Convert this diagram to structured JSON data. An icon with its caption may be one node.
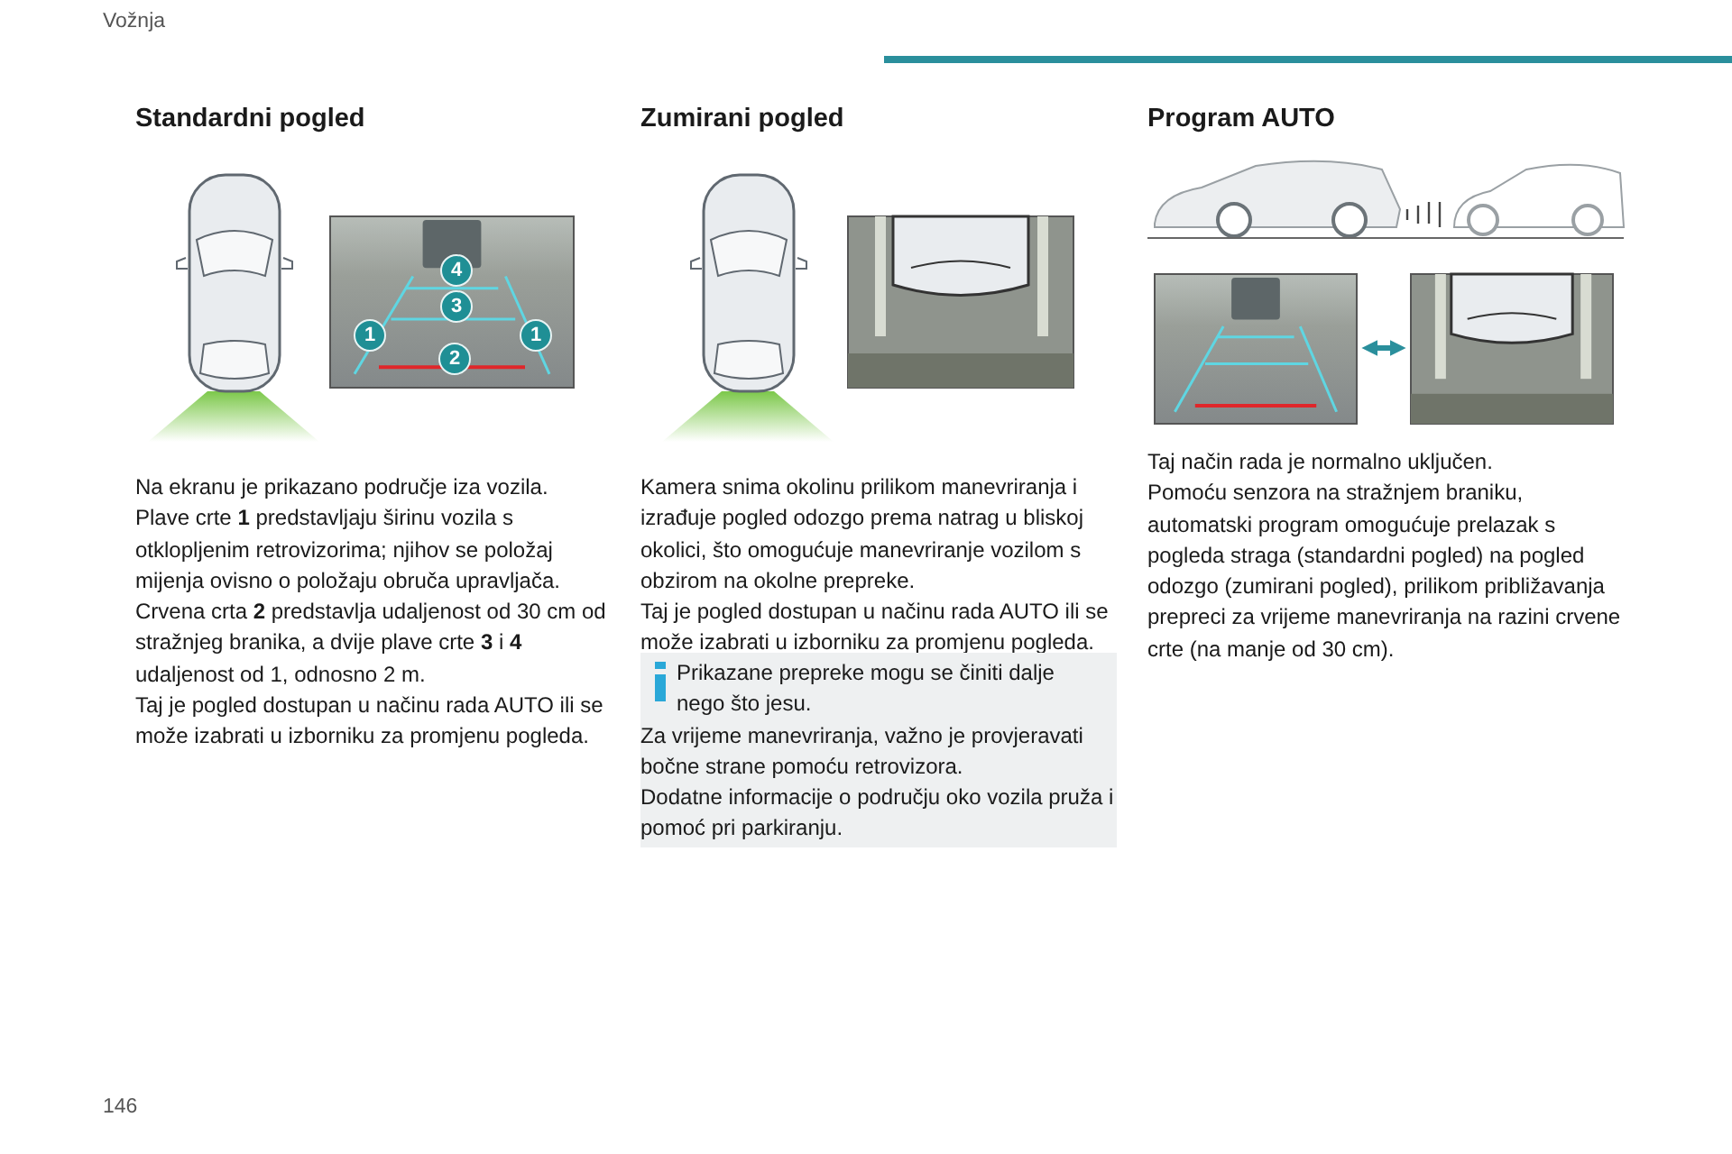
{
  "diagram": {
    "nodes": [
      {
        "text": [],
        "shape": "picture"
      },
      {
        "text": [],
        "shape": "picture"
      }
    ],
    "edges": [
      {
        "from": 0,
        "to": 1,
        "arrow": "both"
      }
    ],
    "labels": [
      "Vožnja",
      "Standardni pogled",
      "4",
      "3",
      "1",
      "1",
      "2",
      "Na ekranu je prikazano područje iza vozila.",
      "Plave crte **1** predstavljaju širinu vozila s otklopljenim retrovizorima; njihov se položaj mijenja ovisno o položaju obruča upravljača.",
      "Crvena crta **2** predstavlja udaljenost od 30 cm od stražnjeg branika, a dvije plave crte **3** i **4** udaljenost od 1, odnosno 2 m.",
      "Taj je pogled dostupan u načinu rada AUTO ili se može izabrati u izborniku za promjenu pogleda.",
      "Zumirani pogled",
      "Kamera snima okolinu prilikom manevriranja i izrađuje pogled odozgo prema natrag u bliskoj okolici, što omogućuje manevriranje vozilom s obzirom na okolne prepreke.",
      "Taj je pogled dostupan u načinu rada AUTO ili se može izabrati u izborniku za promjenu pogleda.",
      "Prikazane prepreke mogu se činiti dalje nego što jesu.",
      "Za vrijeme manevriranja, važno je provjeravati bočne strane pomoću retrovizora.",
      "Dodatne informacije o području oko vozila pruža i pomoć pri parkiranju.",
      "Program AUTO",
      "Taj način rada je normalno uključen.",
      "Pomoću senzora na stražnjem braniku, automatski program omogućuje prelazak s pogleda straga (standardni pogled) na pogled odozgo (zumirani pogled), prilikom približavanja prepreci za vrijeme manevriranja na razini crvene crte (na manje od 30 cm).",
      "146"
    ]
  }
}
